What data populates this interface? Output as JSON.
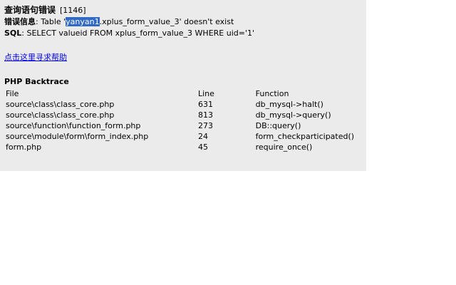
{
  "error": {
    "title": "查询语句错误",
    "code": "[1146]",
    "message_label": "错误信息",
    "message_prefix": ": Table '",
    "message_highlight": "yanyan1",
    "message_suffix": ".xplus_form_value_3' doesn't exist",
    "sql_label": "SQL",
    "sql_text": ": SELECT valueid FROM xplus_form_value_3 WHERE uid='1'",
    "help_link": "点击这里寻求帮助"
  },
  "backtrace": {
    "title": "PHP Backtrace",
    "headers": [
      "File",
      "Line",
      "Function"
    ],
    "rows": [
      {
        "file": "source\\class\\class_core.php",
        "line": "631",
        "func": "db_mysql->halt()"
      },
      {
        "file": "source\\class\\class_core.php",
        "line": "813",
        "func": "db_mysql->query()"
      },
      {
        "file": "source\\function\\function_form.php",
        "line": "273",
        "func": "DB::query()"
      },
      {
        "file": "source\\module\\form\\form_index.php",
        "line": "24",
        "func": "form_checkparticipated()"
      },
      {
        "file": "form.php",
        "line": "45",
        "func": "require_once()"
      }
    ]
  },
  "colors": {
    "panel_bg": "#ebebeb",
    "selection_bg": "#316ac5",
    "link": "#0000ee"
  }
}
